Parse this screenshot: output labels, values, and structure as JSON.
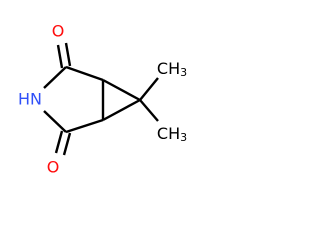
{
  "molecule": {
    "atoms": {
      "oxygen_top": {
        "label": "O",
        "color": "#ff0d0d"
      },
      "oxygen_bottom": {
        "label": "O",
        "color": "#ff0d0d"
      },
      "nitrogen": {
        "label": "HN",
        "color": "#3050f8"
      },
      "methyl_top": {
        "label": "CH",
        "sub": "3",
        "color": "#000000"
      },
      "methyl_bottom": {
        "label": "CH",
        "sub": "3",
        "color": "#000000"
      }
    },
    "bond_color": "#000000"
  }
}
